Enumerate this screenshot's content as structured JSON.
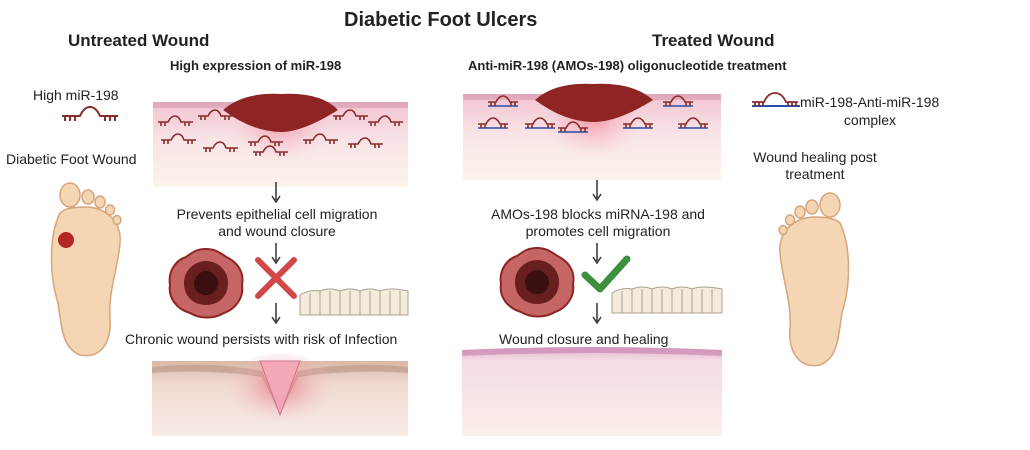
{
  "title": "Diabetic Foot Ulcers",
  "untreated": {
    "heading": "Untreated Wound",
    "subheading": "High expression of miR-198",
    "legend_label": "High miR-198",
    "foot_label": "Diabetic Foot Wound",
    "step1_line1": "Prevents epithelial cell migration",
    "step1_line2": "and wound closure",
    "outcome": "Chronic wound persists with risk of Infection"
  },
  "treated": {
    "heading": "Treated Wound",
    "subheading": "Anti-miR-198 (AMOs-198) oligonucleotide treatment",
    "legend_line1": "miR-198-Anti-miR-198",
    "legend_line2": "complex",
    "foot_line1": "Wound healing post",
    "foot_line2": "treatment",
    "step1_line1": "AMOs-198 blocks miRNA-198 and",
    "step1_line2": "promotes cell migration",
    "outcome": "Wound closure and healing"
  },
  "icons": [
    "mirna-hairpin-icon",
    "foot-icon",
    "cross-icon",
    "check-icon",
    "wound-icon",
    "epithelium-icon",
    "arrow-down-icon"
  ],
  "colors": {
    "wound": "#8e2424",
    "skin_pink": "#f3c9d3",
    "mirna": "#8a2b2b",
    "anti_mirna": "#2b4fa3",
    "cross": "#d04848",
    "check": "#3e8f3e",
    "foot": "#f4d6b4"
  }
}
